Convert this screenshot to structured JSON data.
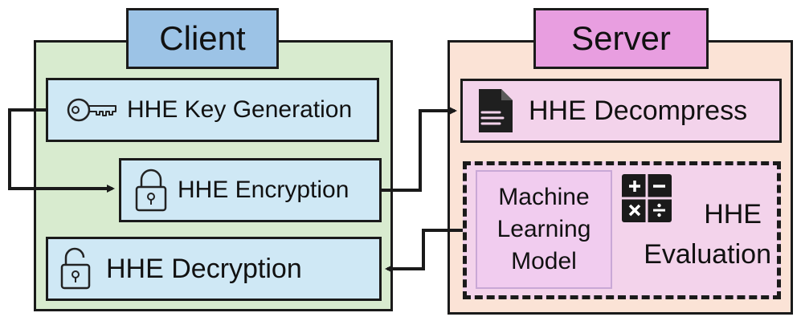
{
  "client": {
    "title": "Client",
    "key_generation": "HHE Key Generation",
    "encryption": "HHE Encryption",
    "decryption": "HHE Decryption"
  },
  "server": {
    "title": "Server",
    "decompress": "HHE Decompress",
    "ml_line1": "Machine",
    "ml_line2": "Learning",
    "ml_line3": "Model",
    "eval_line1": "HHE",
    "eval_line2": "Evaluation"
  },
  "colors": {
    "client_panel": "#d8ebcf",
    "client_title": "#9cc3e6",
    "client_box": "#cfe8f5",
    "server_panel": "#fbe3d6",
    "server_title": "#e89ee0",
    "server_box": "#f3d3eb"
  },
  "icons": [
    "key-icon",
    "padlock-closed-icon",
    "padlock-open-icon",
    "document-icon",
    "calculator-icon"
  ]
}
